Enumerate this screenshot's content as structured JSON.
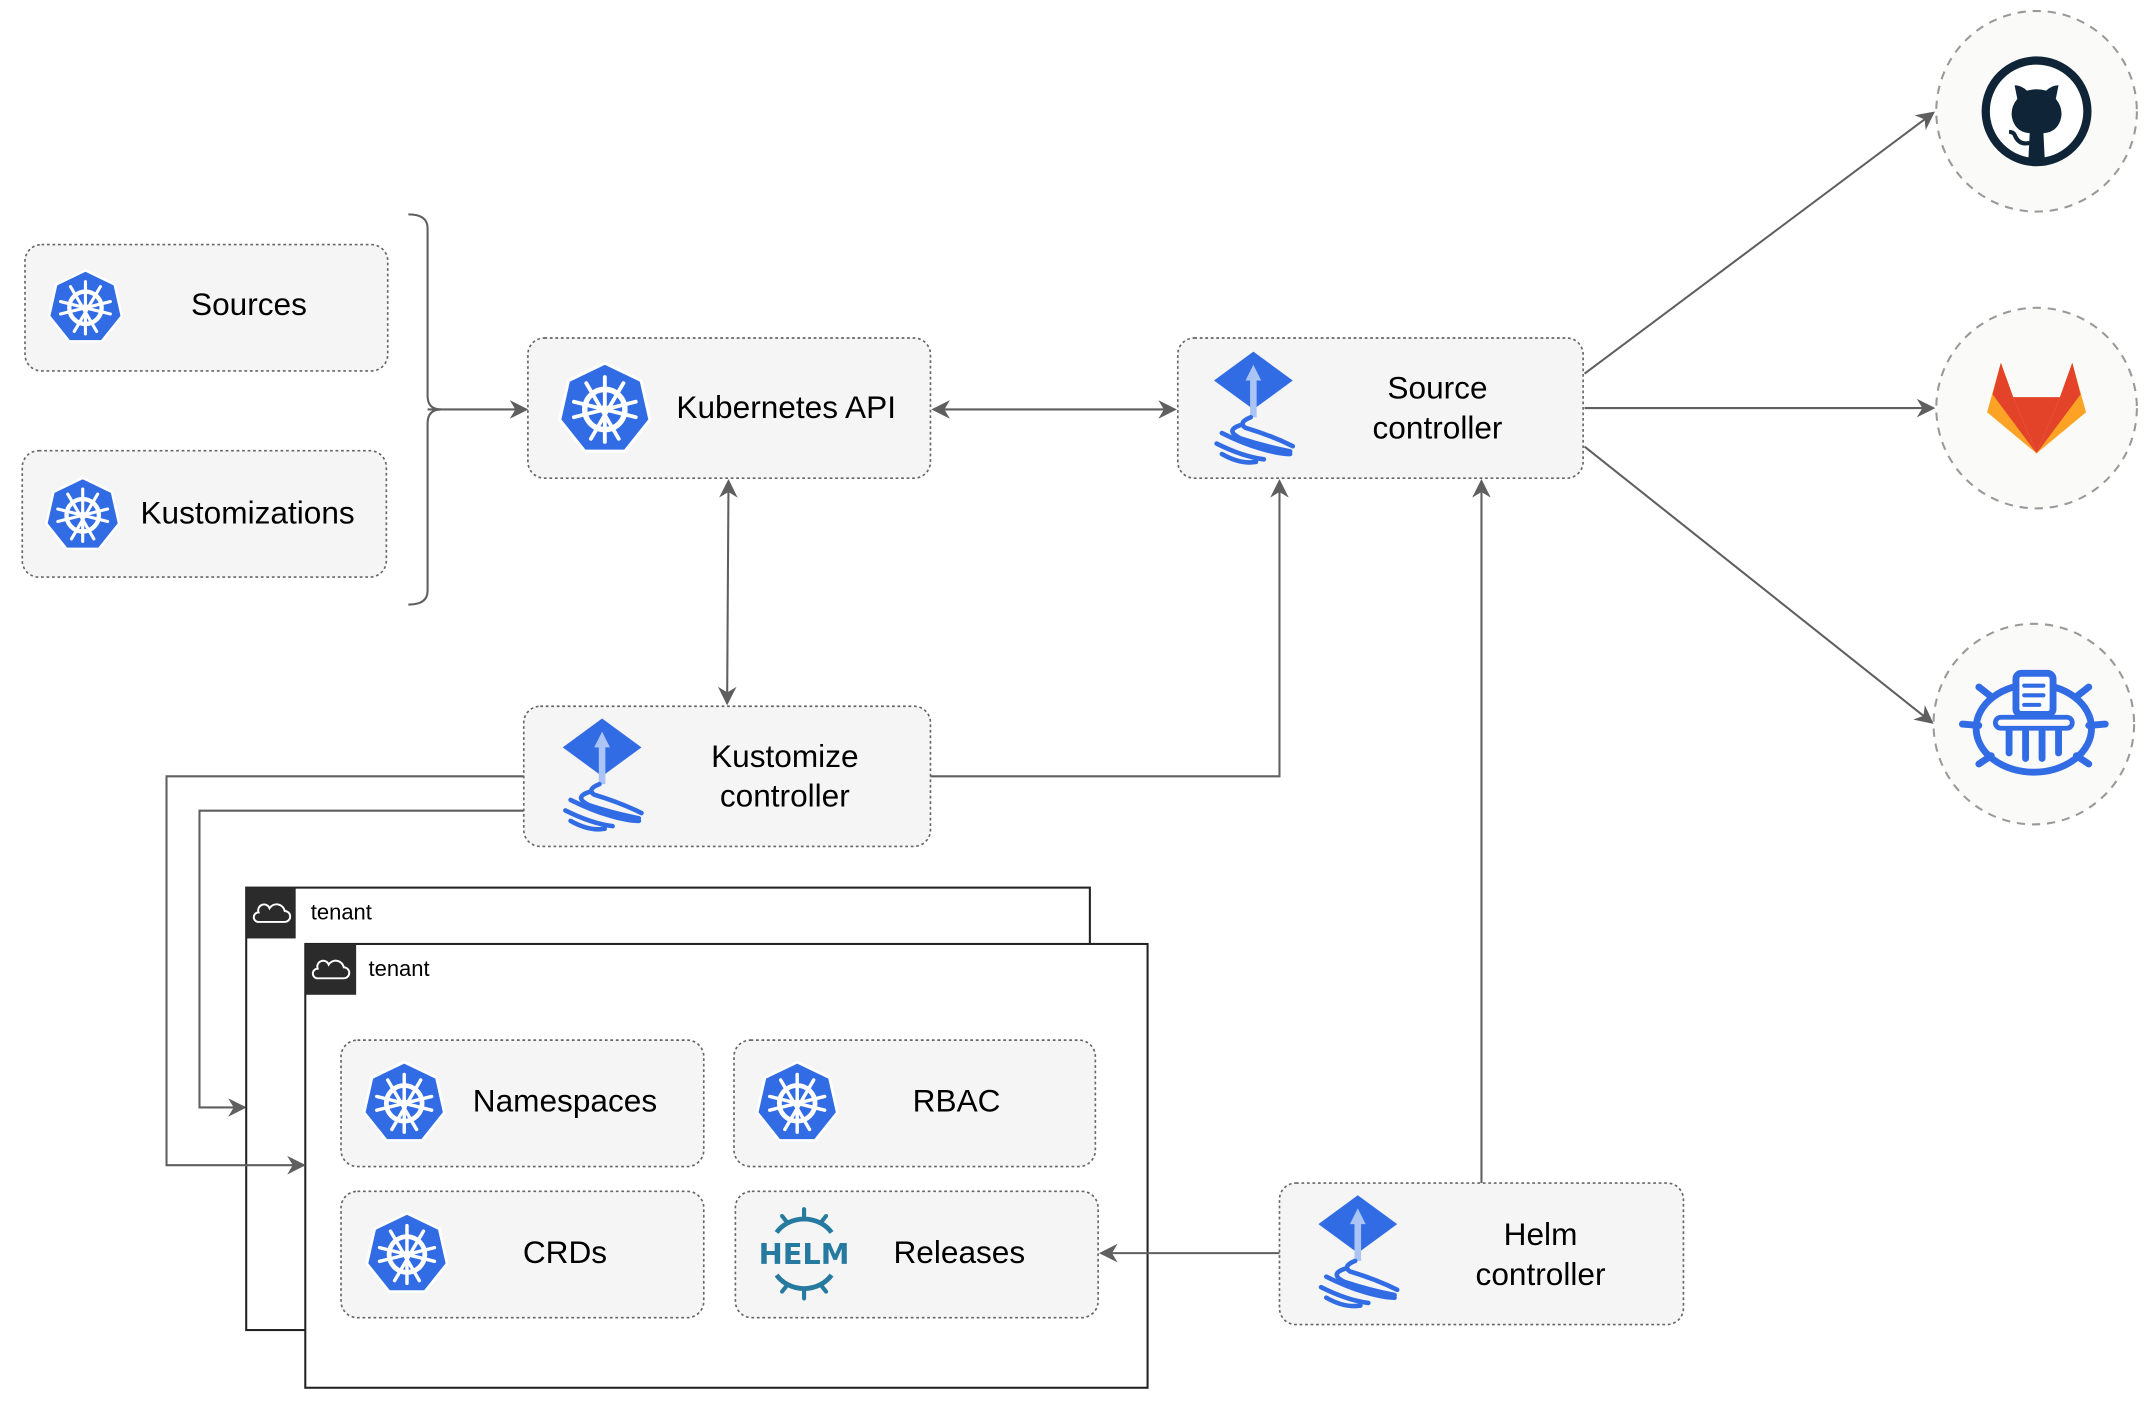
{
  "nodes": {
    "sources": "Sources",
    "kustomizations": "Kustomizations",
    "kubernetes_api": "Kubernetes API",
    "source_controller": [
      "Source",
      "controller"
    ],
    "kustomize_controller": [
      "Kustomize",
      "controller"
    ],
    "helm_controller": [
      "Helm",
      "controller"
    ],
    "namespaces": "Namespaces",
    "rbac": "RBAC",
    "crds": "CRDs",
    "releases": "Releases"
  },
  "tenants": [
    "tenant",
    "tenant"
  ],
  "external_sources": [
    {
      "name": "github",
      "icon": "github-icon"
    },
    {
      "name": "gitlab",
      "icon": "gitlab-icon"
    },
    {
      "name": "bucket",
      "icon": "bucket-icon"
    }
  ],
  "helm_logo_text": "HELM",
  "colors": {
    "kubernetes_blue": "#326ce5",
    "github_dark": "#0f2537",
    "gitlab_orange": "#e24329",
    "gitlab_yellow": "#fca326",
    "edge": "#5f5f5f"
  }
}
